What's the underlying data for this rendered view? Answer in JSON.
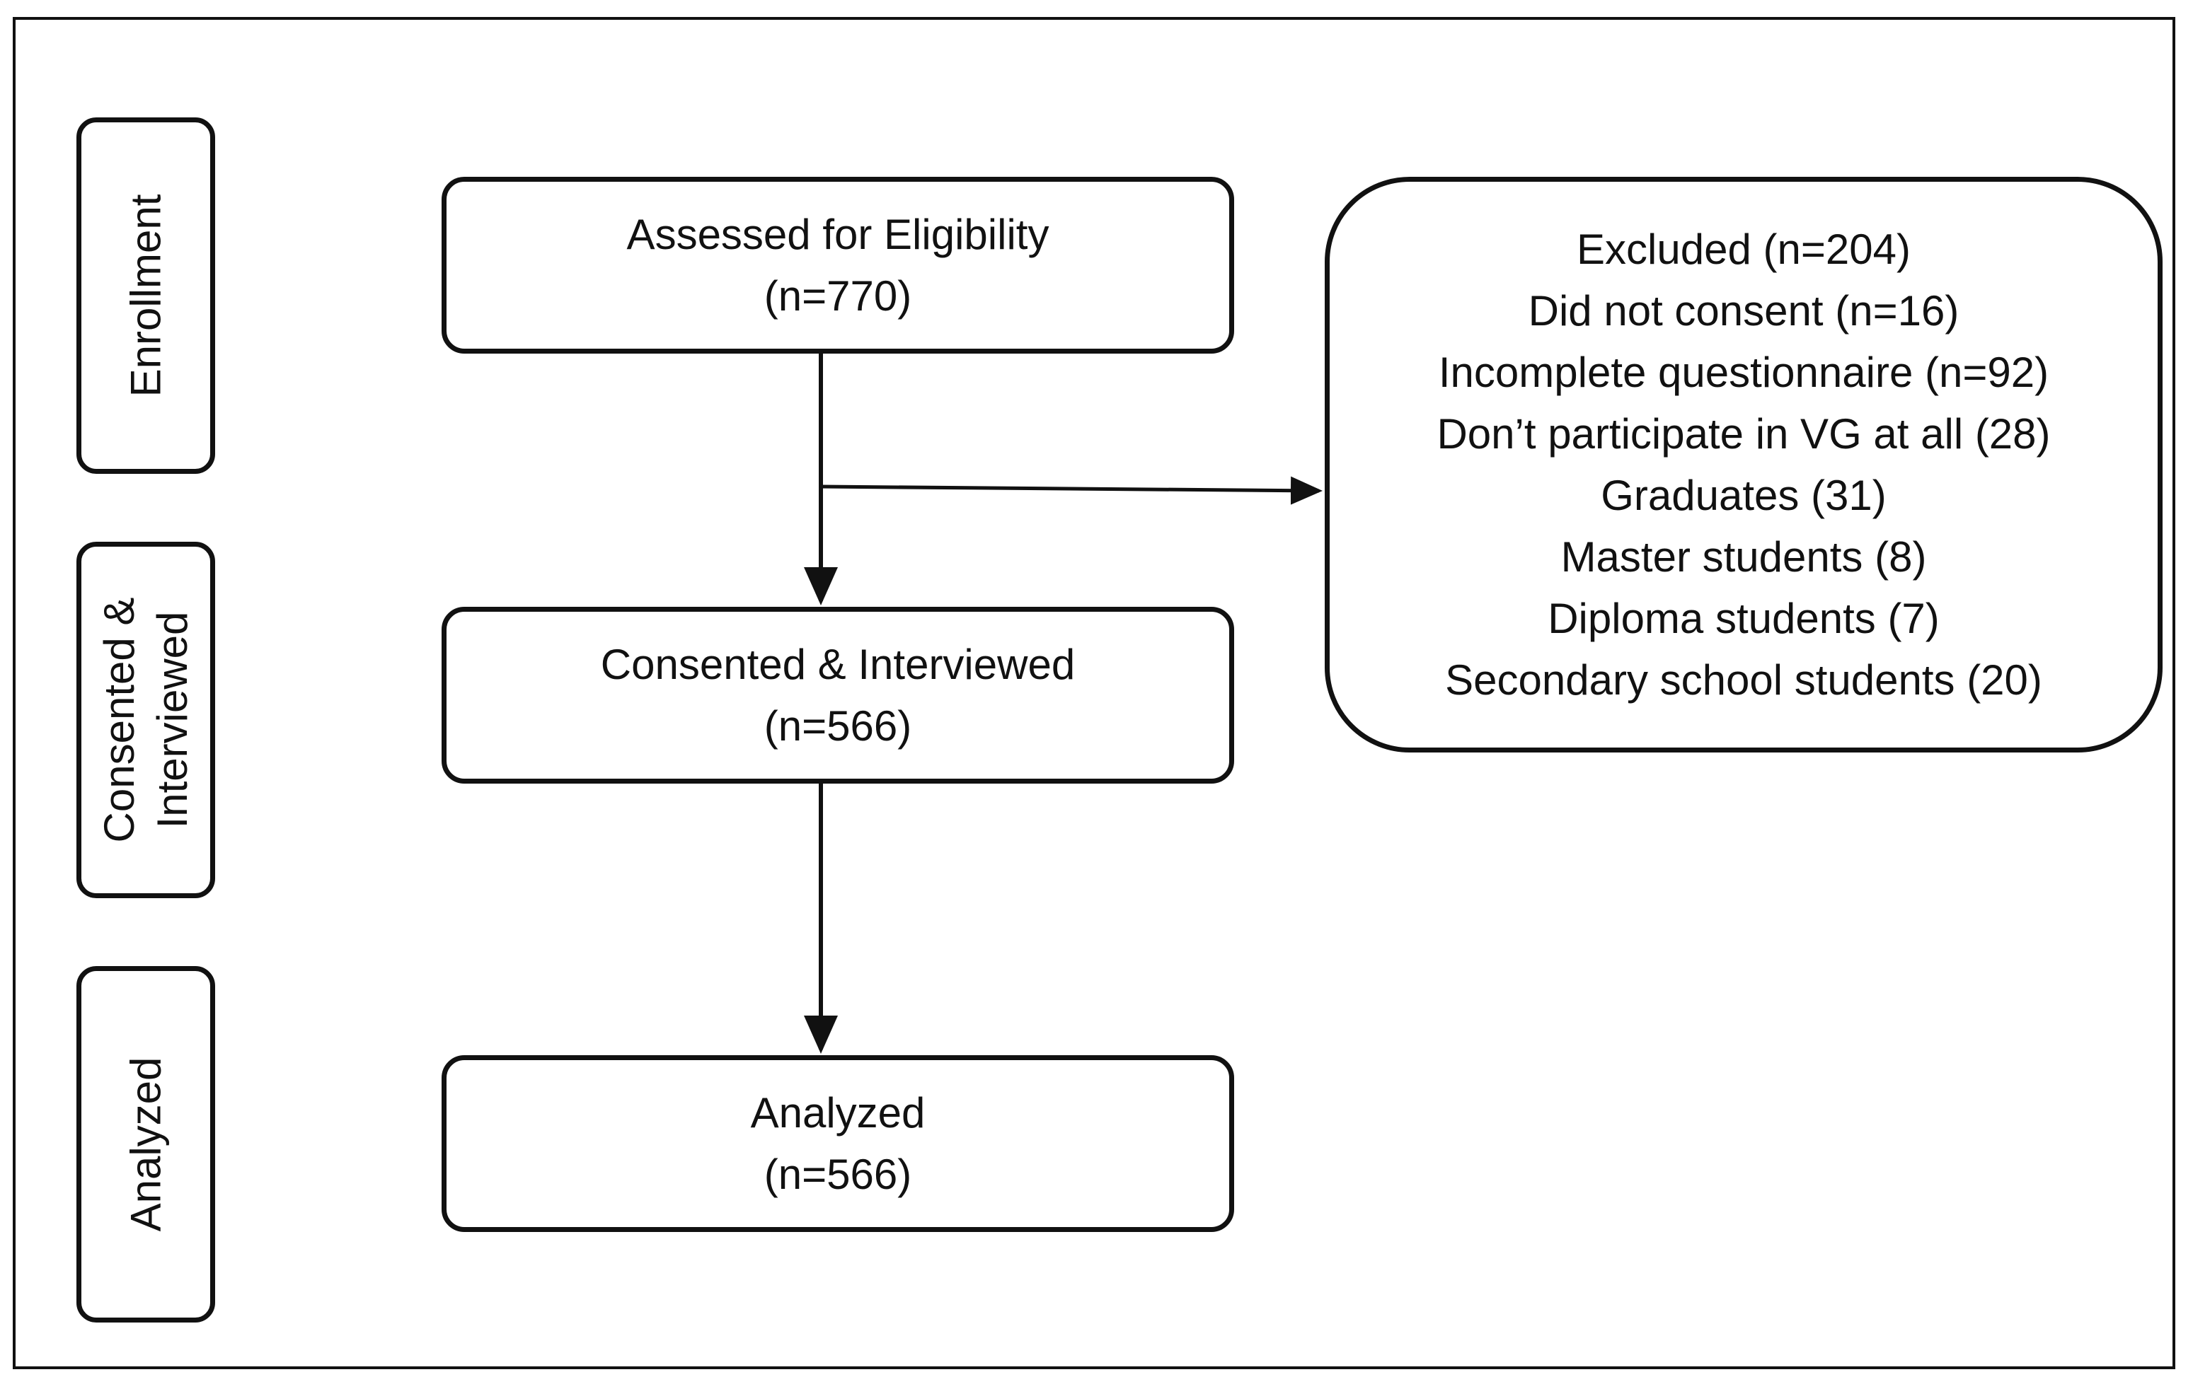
{
  "stages": [
    {
      "lines": [
        "Enrollment"
      ]
    },
    {
      "lines": [
        "Consented &",
        "Interviewed"
      ]
    },
    {
      "lines": [
        "Analyzed"
      ]
    }
  ],
  "boxes": {
    "assessed": {
      "title": "Assessed for Eligibility",
      "count": "(n=770)"
    },
    "consented": {
      "title": "Consented & Interviewed",
      "count": "(n=566)"
    },
    "analyzed": {
      "title": "Analyzed",
      "count": "(n=566)"
    }
  },
  "excluded": {
    "title": "Excluded (n=204)",
    "items": [
      "Did not consent (n=16)",
      "Incomplete questionnaire (n=92)",
      "Don’t participate in VG at all (28)",
      "Graduates (31)",
      "Master students (8)",
      "Diploma students (7)",
      "Secondary school students (20)"
    ]
  },
  "colors": {
    "line": "#111111",
    "background": "#ffffff"
  }
}
